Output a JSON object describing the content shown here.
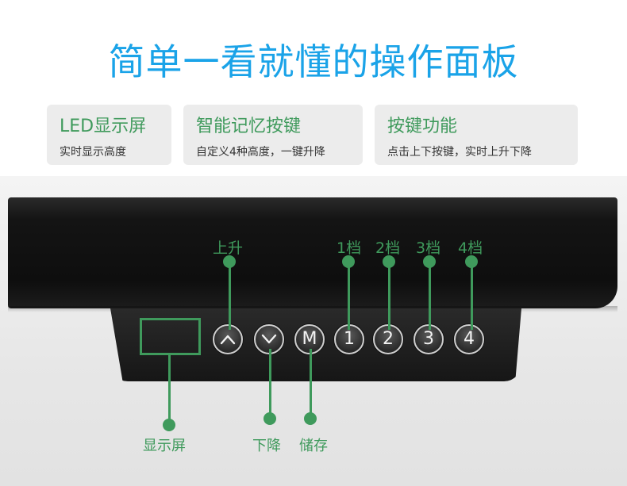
{
  "headline": "简单一看就懂的操作面板",
  "features": [
    {
      "title": "LED显示屏",
      "desc": "实时显示高度"
    },
    {
      "title": "智能记忆按键",
      "desc": "自定义4种高度，一键升降"
    },
    {
      "title": "按键功能",
      "desc": "点击上下按键，实时上升下降"
    }
  ],
  "buttons": {
    "memory": "M",
    "preset1": "1",
    "preset2": "2",
    "preset3": "3",
    "preset4": "4",
    "up_icon": "chevron-up-icon",
    "down_icon": "chevron-down-icon"
  },
  "labels": {
    "up": "上升",
    "preset1": "1档",
    "preset2": "2档",
    "preset3": "3档",
    "preset4": "4档",
    "display": "显示屏",
    "down": "下降",
    "store": "储存"
  },
  "colors": {
    "headline": "#1aa3e8",
    "accent": "#3f9a5c",
    "card_bg": "#ececec"
  }
}
